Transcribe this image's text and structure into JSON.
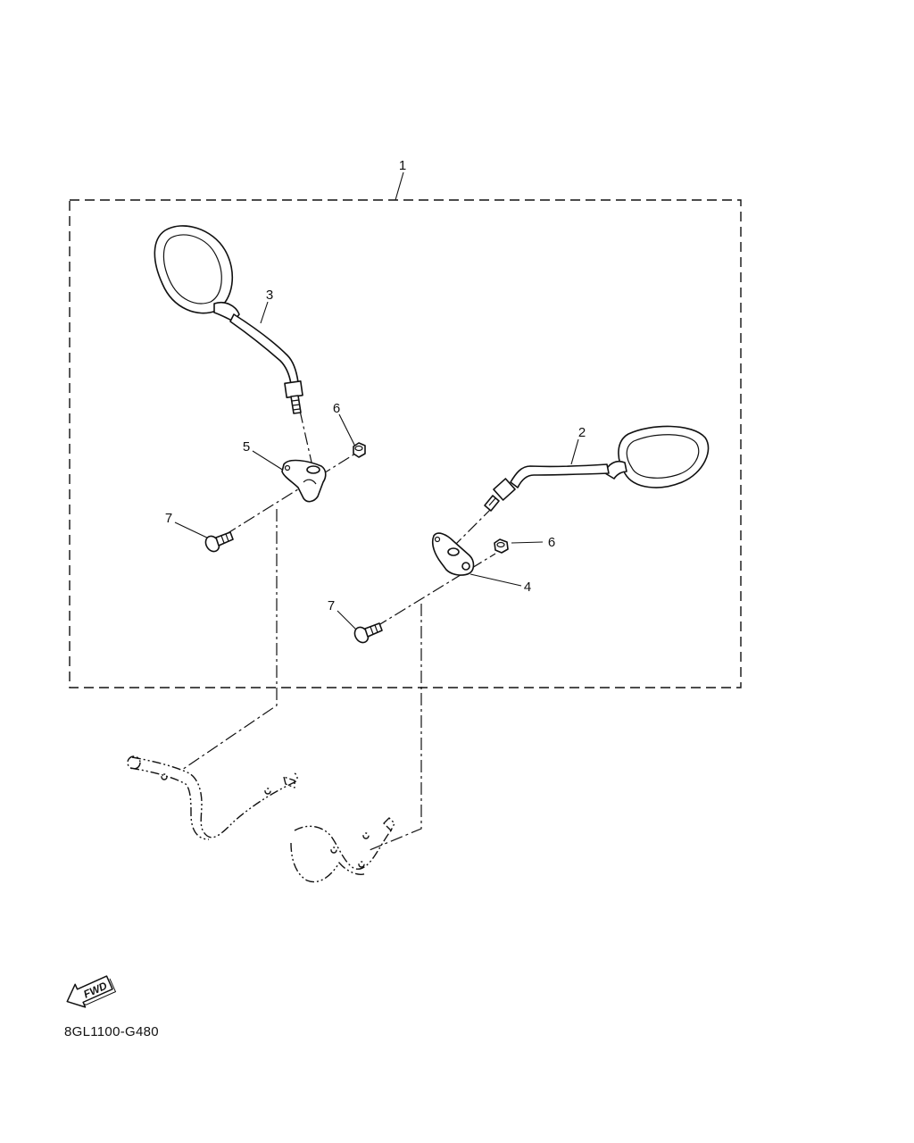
{
  "callouts": {
    "c1": "1",
    "c2": "2",
    "c3": "3",
    "c4": "4",
    "c5": "5",
    "c6a": "6",
    "c6b": "6",
    "c7a": "7",
    "c7b": "7"
  },
  "fwd_arrow": {
    "text": "FWD"
  },
  "drawing_code": "8GL1100-G480"
}
